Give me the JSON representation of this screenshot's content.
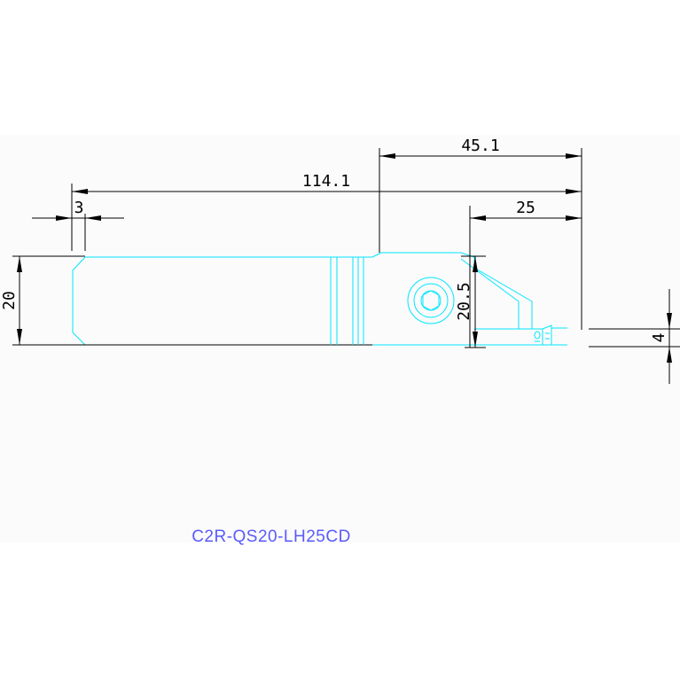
{
  "drawing": {
    "model": "C2R-QS20-LH25CD",
    "dimensions": {
      "length_total": "114.1",
      "length_head": "45.1",
      "length_tip": "25",
      "chamfer": "3",
      "shank_height": "20",
      "head_height": "20.5",
      "blade_width": "4"
    }
  },
  "colors": {
    "tool_outline": "#00e6ff",
    "dimension_lines": "#000000",
    "model_label": "#5a5aff"
  }
}
